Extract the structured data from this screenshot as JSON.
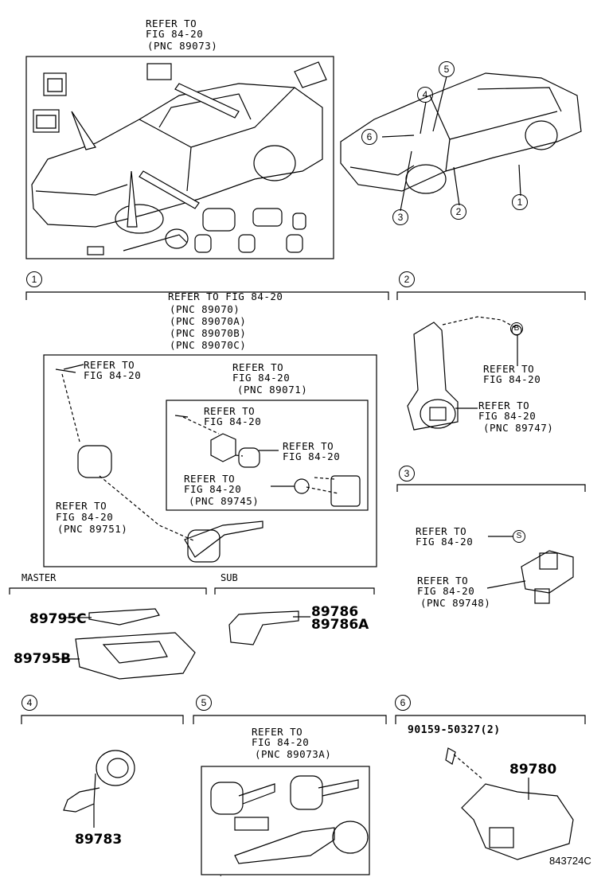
{
  "top": {
    "refer": "REFER TO",
    "fig": "FIG 84-20",
    "pnc": "(PNC 89073)"
  },
  "callouts": {
    "c1": "1",
    "c2": "2",
    "c3": "3",
    "c4": "4",
    "c5": "5",
    "c6": "6"
  },
  "sections": {
    "s1": "1",
    "s2": "2",
    "s3": "3",
    "s4": "4",
    "s5": "5",
    "s6": "6"
  },
  "s1": {
    "head": {
      "refer": "REFER TO FIG 84-20",
      "pnc1": "(PNC 89070)",
      "pnc2": "(PNC 89070A)",
      "pnc3": "(PNC 89070B)",
      "pnc4": "(PNC 89070C)"
    },
    "a": {
      "refer": "REFER TO",
      "fig": "FIG 84-20"
    },
    "b": {
      "refer": "REFER TO",
      "fig": "FIG 84-20",
      "pnc": "(PNC 89071)"
    },
    "c": {
      "refer": "REFER TO",
      "fig": "FIG 84-20"
    },
    "d": {
      "refer": "REFER TO",
      "fig": "FIG 84-20"
    },
    "e": {
      "refer": "REFER TO",
      "fig": "FIG 84-20",
      "pnc": "(PNC 89745)"
    },
    "f": {
      "refer": "REFER TO",
      "fig": "FIG 84-20",
      "pnc": "(PNC 89751)"
    }
  },
  "s2": {
    "marker": "B",
    "a": {
      "refer": "REFER TO",
      "fig": "FIG 84-20"
    },
    "b": {
      "refer": "REFER TO",
      "fig": "FIG 84-20",
      "pnc": "(PNC 89747)"
    }
  },
  "s3": {
    "marker": "S",
    "a": {
      "refer": "REFER TO",
      "fig": "FIG 84-20"
    },
    "b": {
      "refer": "REFER TO",
      "fig": "FIG 84-20",
      "pnc": "(PNC 89748)"
    }
  },
  "s5": {
    "refer": "REFER TO",
    "fig": "FIG 84-20",
    "pnc": "(PNC 89073A)"
  },
  "groups": {
    "master": "MASTER",
    "sub": "SUB"
  },
  "parts": {
    "p89795c": "89795C",
    "p89795b": "89795B",
    "p89786": "89786",
    "p89786a": "89786A",
    "p89783": "89783",
    "p89780": "89780",
    "bolt": "90159-50327(2)"
  },
  "footer": {
    "figure_id": "843724C"
  }
}
